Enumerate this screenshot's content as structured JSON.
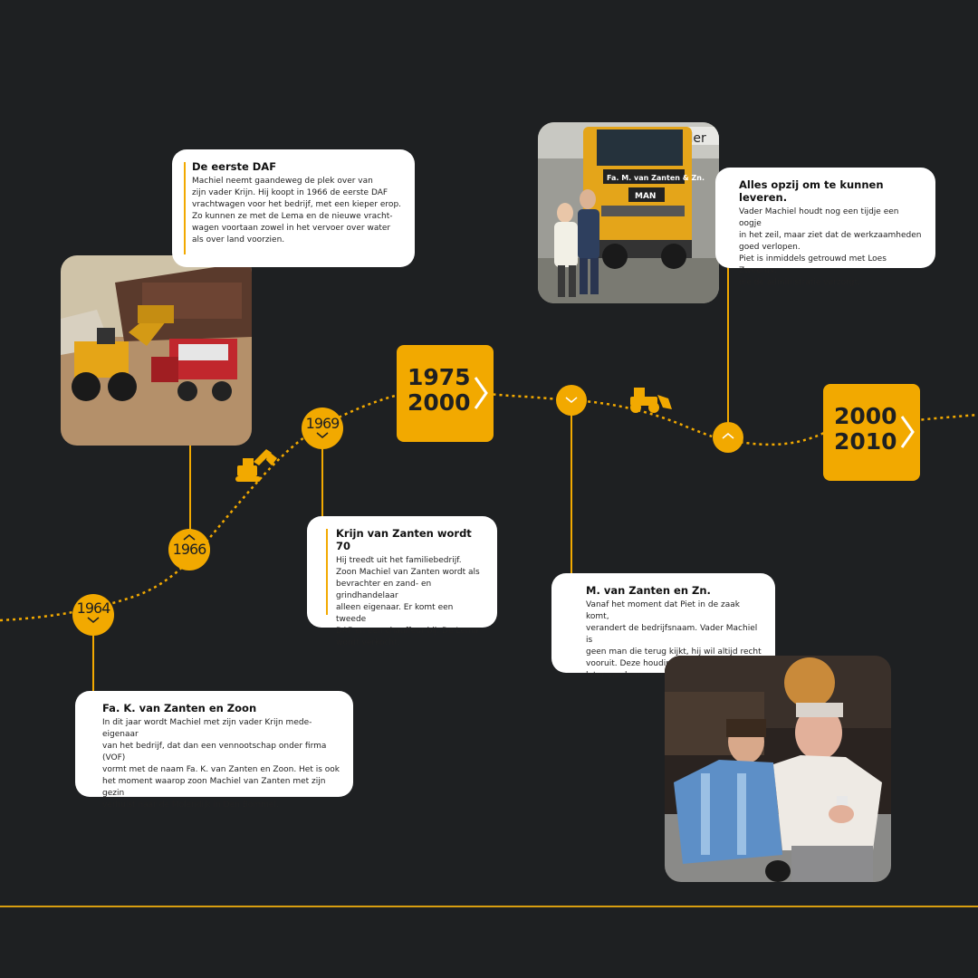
{
  "accent_color": "#f2a900",
  "background_color": "#1e2022",
  "years": {
    "y1964": "1964",
    "y1966": "1966",
    "y1969": "1969"
  },
  "eras": [
    {
      "line1": "1975",
      "line2": "2000"
    },
    {
      "line1": "2000",
      "line2": "2010"
    }
  ],
  "cards": {
    "eerste_daf": {
      "title": "De eerste DAF",
      "body": "Machiel neemt gaandeweg de plek over van\nzijn vader Krijn. Hij koopt in 1966 de eerste DAF\nvrachtwagen voor het bedrijf, met een kieper erop.\nZo kunnen ze met de Lema en de nieuwe vracht-\nwagen voortaan zowel in het vervoer over water\nals over land voorzien."
    },
    "krijn_70": {
      "title": "Krijn van Zanten wordt 70",
      "body": "Hij treedt uit het familiebedrijf.\nZoon Machiel van Zanten wordt als\nbevrachter en zand- en grindhandelaar\nalleen eigenaar. Er komt een tweede\nDAF en een chauffeur bij. De Lema\nwordt verkocht."
    },
    "fa_k": {
      "title": "Fa. K. van Zanten en Zoon",
      "body": "In dit jaar wordt Machiel met zijn vader Krijn mede-eigenaar\nvan het bedrijf, dat dan een vennootschap onder firma (VOF)\nvormt met de naam Fa. K. van Zanten en Zoon. Het is ook\nhet moment waarop zoon Machiel van Zanten met zijn gezin\nverhuist naar de Molendijk in Den Bommel."
    },
    "alles_opzij": {
      "title": "Alles opzij om te kunnen leveren.",
      "body": "Vader Machiel houdt nog een tijdje een oogje\nin het zeil, maar ziet dat de werkzaamheden\ngoed verlopen.\nPiet is inmiddels getrouwd met Loes Zweerus,\ndie de administratie verzorgt."
    },
    "m_van_zanten": {
      "title": "M. van Zanten en Zn.",
      "body": "Vanaf het moment dat Piet in de zaak komt,\nverandert de bedrijfsnaam. Vader Machiel is\ngeen man die terug kijkt, hij wil altijd recht\nvooruit. Deze houding neemt zijn zoon Piet\nlater van hem over."
    }
  },
  "photo_texts": {
    "truck_cab": "Fa. M. van Zanten & Zn.",
    "truck_brand": "MAN",
    "building_sign": "elder"
  },
  "icons": [
    "excavator-icon",
    "wheel-loader-icon",
    "chevron-up-icon",
    "chevron-down-icon",
    "chevron-right-icon"
  ]
}
